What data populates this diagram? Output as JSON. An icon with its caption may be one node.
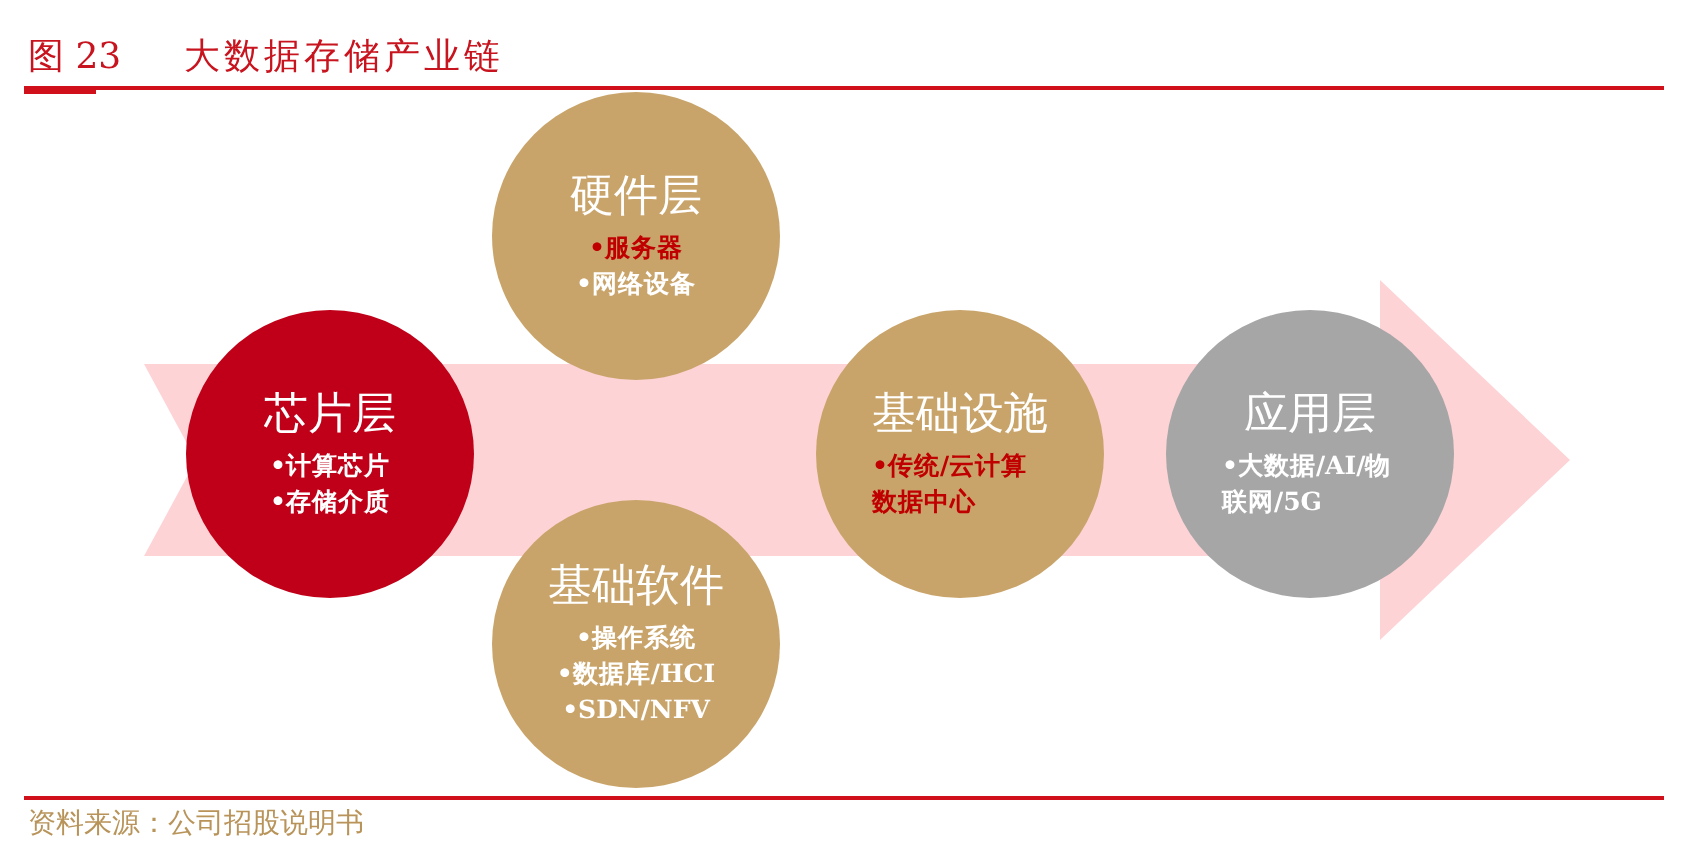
{
  "diagram": {
    "title": "大数据存储产业链",
    "nodes": [
      {
        "text": [
          "芯片层",
          "•计算芯片",
          "•存储介质"
        ]
      },
      {
        "text": [
          "硬件层",
          "•服务器",
          "•网络设备"
        ]
      },
      {
        "text": [
          "基础软件",
          "•操作系统",
          "•数据库/HCI",
          "•SDN/NFV"
        ]
      },
      {
        "text": [
          "基础设施",
          "•传统/云计算数据中心"
        ]
      },
      {
        "text": [
          "应用层",
          "•大数据/AI/物联网/5G"
        ]
      }
    ],
    "labels": [
      "图 23"
    ],
    "caption": "资料来源：公司招股说明书"
  }
}
